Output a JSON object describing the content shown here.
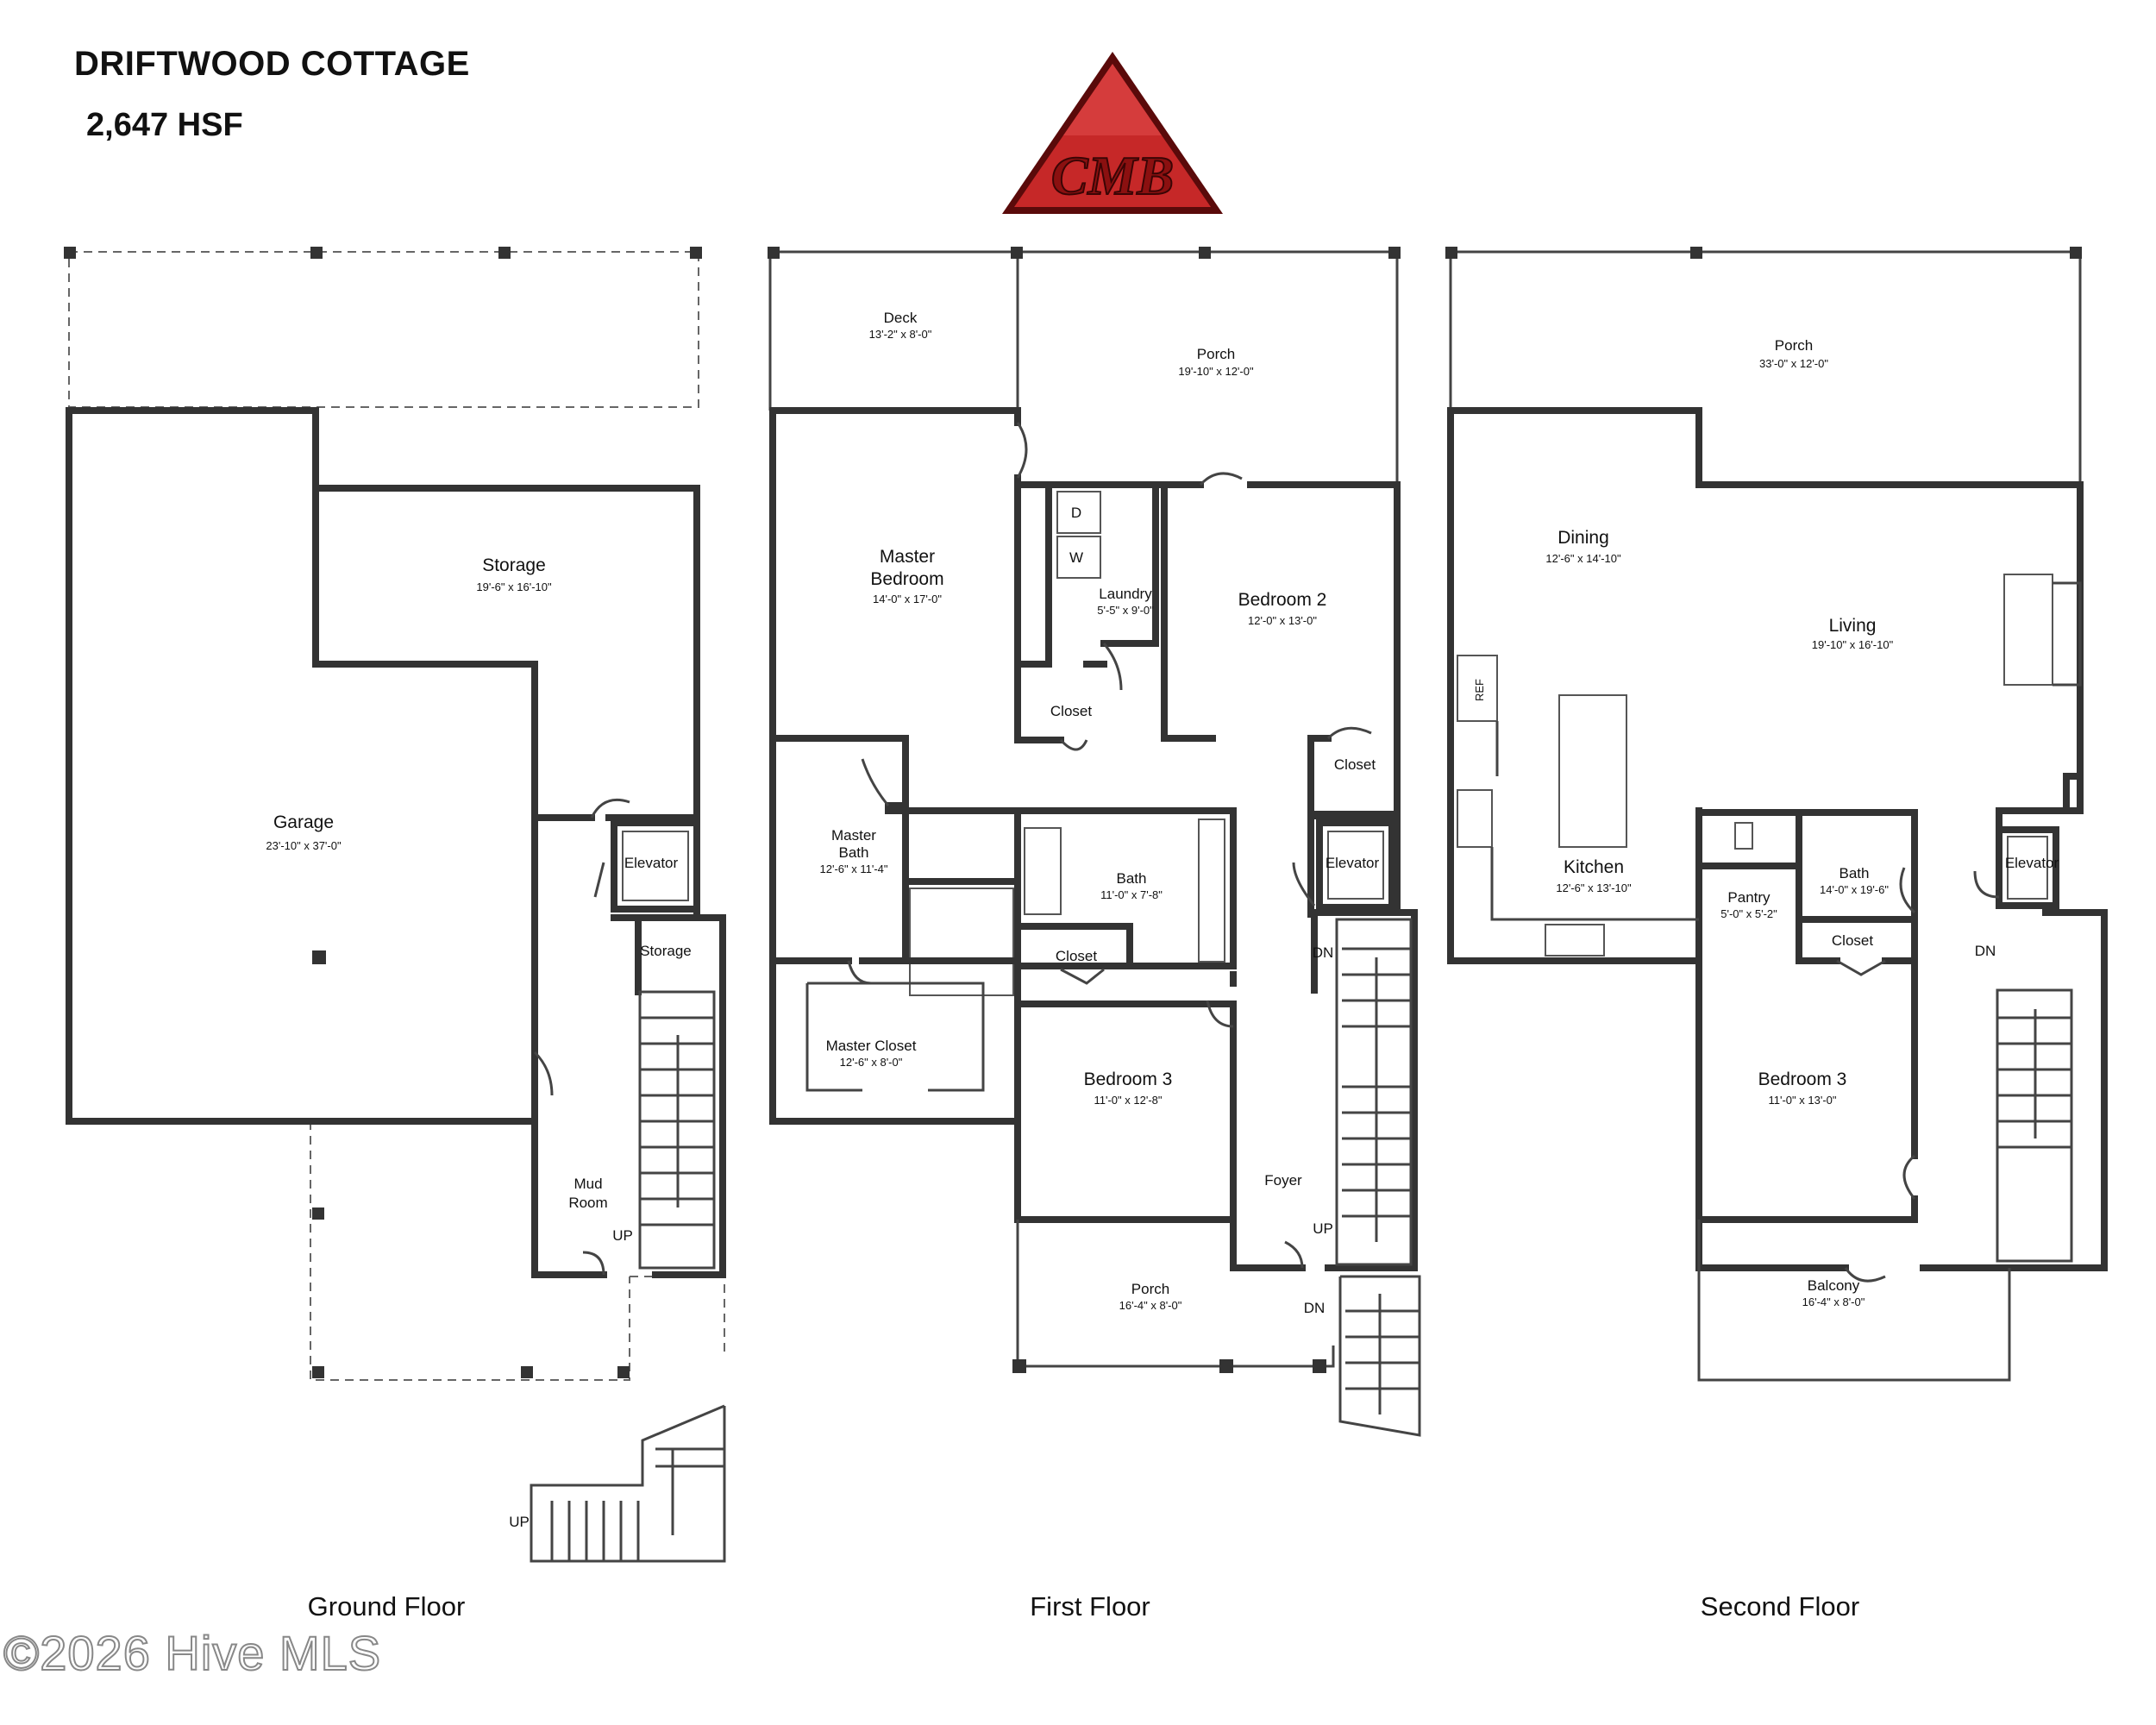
{
  "header": {
    "title": "DRIFTWOOD COTTAGE",
    "square_feet": "2,647 HSF",
    "logo_text": "CMB",
    "logo_colors": {
      "fill": "#c62828",
      "dark": "#8b1010",
      "border": "#5a0a0a"
    }
  },
  "floors": {
    "ground": {
      "caption": "Ground Floor",
      "rooms": {
        "garage": {
          "name": "Garage",
          "dims": "23'-10\" x 37'-0\""
        },
        "storage": {
          "name": "Storage",
          "dims": "19'-6\" x 16'-10\""
        },
        "elevator": {
          "name": "Elevator"
        },
        "storage_small": {
          "name": "Storage"
        },
        "mud_room": {
          "line1": "Mud",
          "line2": "Room"
        }
      },
      "stairs": {
        "up_1": "UP",
        "up_2": "UP"
      }
    },
    "first": {
      "caption": "First Floor",
      "rooms": {
        "deck": {
          "name": "Deck",
          "dims": "13'-2\" x 8'-0\""
        },
        "porch_rear": {
          "name": "Porch",
          "dims": "19'-10\" x 12'-0\""
        },
        "master_bedroom": {
          "line1": "Master",
          "line2": "Bedroom",
          "dims": "14'-0\" x 17'-0\""
        },
        "dryer": {
          "name": "D"
        },
        "washer": {
          "name": "W"
        },
        "laundry": {
          "name": "Laundry",
          "dims": "5'-5\" x 9'-0\""
        },
        "bedroom_2": {
          "name": "Bedroom 2",
          "dims": "12'-0\" x 13'-0\""
        },
        "closet_1": {
          "name": "Closet"
        },
        "closet_2": {
          "name": "Closet"
        },
        "master_bath": {
          "line1": "Master",
          "line2": "Bath",
          "dims": "12'-6\" x 11'-4\""
        },
        "bath": {
          "name": "Bath",
          "dims": "11'-0\" x 7'-8\""
        },
        "closet_3": {
          "name": "Closet"
        },
        "elevator": {
          "name": "Elevator"
        },
        "master_closet": {
          "name": "Master Closet",
          "dims": "12'-6\" x 8'-0\""
        },
        "bedroom_3": {
          "name": "Bedroom 3",
          "dims": "11'-0\" x 12'-8\""
        },
        "foyer": {
          "name": "Foyer"
        },
        "porch_front": {
          "name": "Porch",
          "dims": "16'-4\" x 8'-0\""
        }
      },
      "stairs": {
        "dn_1": "DN",
        "up": "UP",
        "dn_2": "DN"
      }
    },
    "second": {
      "caption": "Second Floor",
      "rooms": {
        "porch": {
          "name": "Porch",
          "dims": "33'-0\" x 12'-0\""
        },
        "dining": {
          "name": "Dining",
          "dims": "12'-6\" x 14'-10\""
        },
        "living": {
          "name": "Living",
          "dims": "19'-10\" x 16'-10\""
        },
        "ref": {
          "name": "REF"
        },
        "kitchen": {
          "name": "Kitchen",
          "dims": "12'-6\" x 13'-10\""
        },
        "pantry": {
          "name": "Pantry",
          "dims": "5'-0\" x 5'-2\""
        },
        "bath": {
          "name": "Bath",
          "dims": "14'-0\" x 19'-6\""
        },
        "elevator": {
          "name": "Elevator"
        },
        "closet": {
          "name": "Closet"
        },
        "bedroom_3": {
          "name": "Bedroom 3",
          "dims": "11'-0\" x 13'-0\""
        },
        "balcony": {
          "name": "Balcony",
          "dims": "16'-4\" x 8'-0\""
        }
      },
      "stairs": {
        "dn": "DN"
      }
    }
  },
  "watermark": "©2026 Hive MLS"
}
